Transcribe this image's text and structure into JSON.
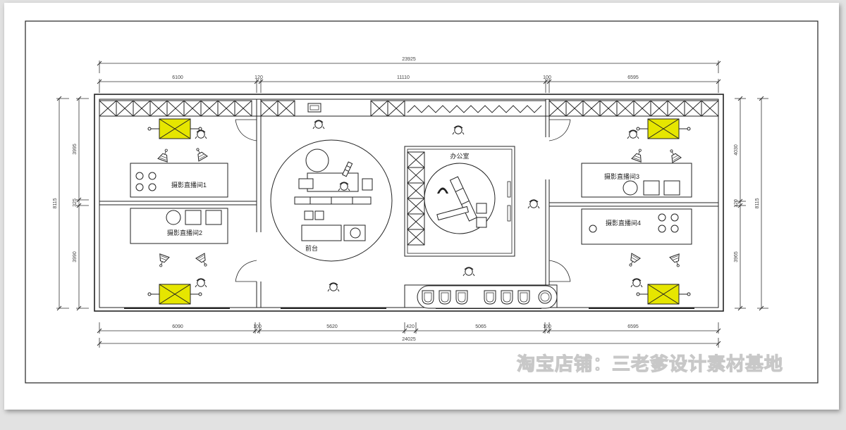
{
  "dimensions": {
    "top_total": "23925",
    "top": [
      "6100",
      "120",
      "11110",
      "100",
      "6595"
    ],
    "bottom_total": "24025",
    "bottom": [
      "6090",
      "100",
      "5620",
      "420",
      "5065",
      "100",
      "6595"
    ],
    "left_total": "8115",
    "left": [
      "3995",
      "325",
      "3990"
    ],
    "right_total": "8115",
    "right": [
      "4030",
      "120",
      "3965"
    ]
  },
  "rooms": {
    "studio_1": "摄影直播间1",
    "studio_2": "摄影直播间2",
    "studio_3": "摄影直播间3",
    "studio_4": "摄影直播间4",
    "office": "办公室",
    "reception": "前台"
  },
  "watermark": "淘宝店铺：三老爹设计素材基地",
  "colors": {
    "line": "#222222",
    "light_fill": "#e6e600",
    "sheet": "#ffffff",
    "background": "#e2e2e2"
  }
}
